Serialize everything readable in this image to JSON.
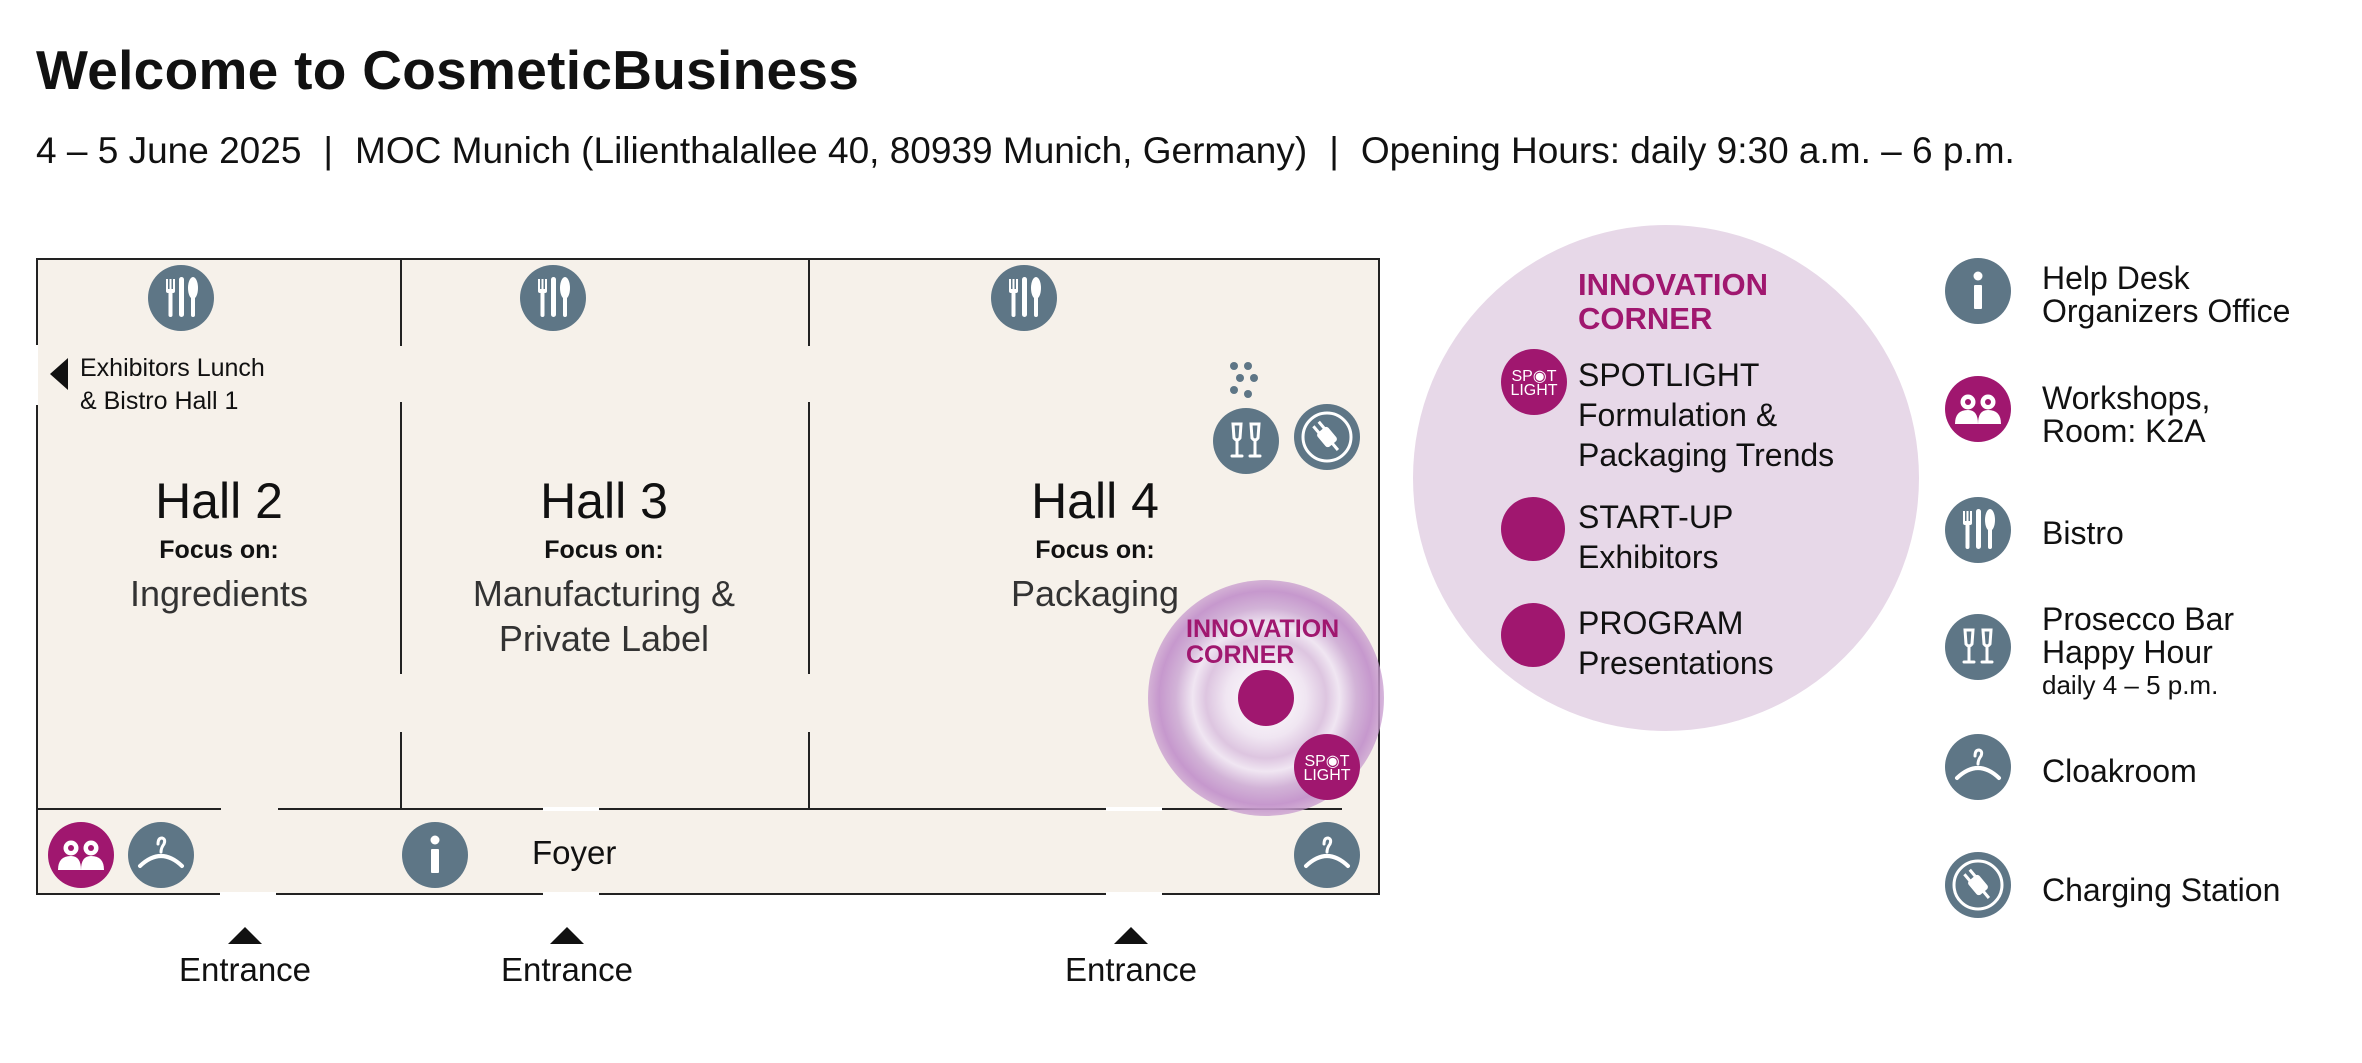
{
  "header": {
    "title": "Welcome to CosmeticBusiness",
    "date": "4 – 5 June 2025",
    "separator": "|",
    "venue": "MOC Munich (Lilienthalallee 40, 80939 Munich, Germany)",
    "hours": "Opening Hours: daily 9:30 a.m. – 6 p.m."
  },
  "map": {
    "halls": [
      {
        "name": "Hall 2",
        "focus_label": "Focus on:",
        "topic_line1": "Ingredients",
        "topic_line2": ""
      },
      {
        "name": "Hall 3",
        "focus_label": "Focus on:",
        "topic_line1": "Manufacturing &",
        "topic_line2": "Private Label"
      },
      {
        "name": "Hall 4",
        "focus_label": "Focus on:",
        "topic_line1": "Packaging",
        "topic_line2": ""
      }
    ],
    "exhibitors_lunch_line1": "Exhibitors Lunch",
    "exhibitors_lunch_line2": "& Bistro Hall 1",
    "foyer": "Foyer",
    "entrance": "Entrance",
    "innovation_corner_line1": "INNOVATION",
    "innovation_corner_line2": "CORNER",
    "spotlight_line1": "SP  T",
    "spotlight_line2": "LIGHT"
  },
  "innovation_corner": {
    "title_line1": "INNOVATION",
    "title_line2": "CORNER",
    "items": [
      {
        "line1": "SPOTLIGHT",
        "line2": "Formulation &",
        "line3": "Packaging Trends"
      },
      {
        "line1": "START-UP",
        "line2": "Exhibitors",
        "line3": ""
      },
      {
        "line1": "PROGRAM",
        "line2": "Presentations",
        "line3": ""
      }
    ]
  },
  "legend": [
    {
      "icon": "info-icon",
      "line1": "Help Desk",
      "line2": "Organizers Office",
      "note": ""
    },
    {
      "icon": "workshop-icon",
      "line1": "Workshops,",
      "line2": "Room: K2A",
      "note": ""
    },
    {
      "icon": "bistro-icon",
      "line1": "Bistro",
      "line2": "",
      "note": ""
    },
    {
      "icon": "prosecco-icon",
      "line1": "Prosecco Bar",
      "line2": "Happy Hour",
      "note": "daily 4 – 5 p.m."
    },
    {
      "icon": "cloakroom-icon",
      "line1": "Cloakroom",
      "line2": "",
      "note": ""
    },
    {
      "icon": "charging-icon",
      "line1": "Charging Station",
      "line2": "",
      "note": ""
    }
  ],
  "colors": {
    "slate": "#5e7686",
    "plum": "#a0176f",
    "floor": "#f6f1ea",
    "lavender": "#e7d8e8"
  }
}
